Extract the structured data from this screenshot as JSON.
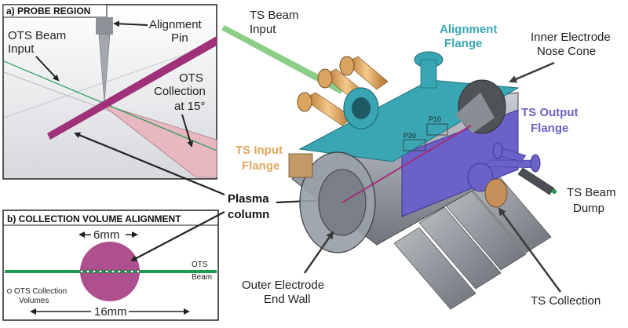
{
  "panel_a": {
    "title": "a) PROBE REGION",
    "ots_beam_input": [
      "OTS Beam",
      "Input"
    ],
    "alignment_pin": [
      "Alignment",
      "Pin"
    ],
    "ots_collection": [
      "OTS",
      "Collection",
      "at 15°"
    ]
  },
  "panel_b": {
    "title": "b) COLLECTION VOLUME ALIGNMENT",
    "width_6mm": "6mm",
    "width_16mm": "16mm",
    "ots_beam": [
      "OTS",
      "Beam"
    ],
    "collection_volumes": [
      "OTS Collection",
      "Volumes"
    ]
  },
  "plasma_column": [
    "Plasma",
    "column"
  ],
  "device": {
    "ts_beam_input": [
      "TS Beam",
      "Input"
    ],
    "alignment_flange": [
      "Alignment",
      "Flange"
    ],
    "inner_electrode": [
      "Inner Electrode",
      "Nose Cone"
    ],
    "ts_output_flange": [
      "TS Output",
      "Flange"
    ],
    "ts_input_flange": [
      "TS Input",
      "Flange"
    ],
    "ts_beam_dump": [
      "TS Beam",
      "Dump"
    ],
    "outer_electrode": [
      "Outer Electrode",
      "End Wall"
    ],
    "ts_collection": "TS Collection",
    "p10": "P10",
    "p20": "P20"
  },
  "colors": {
    "alignment_flange": "#3aa6b4",
    "ts_output_flange": "#6a62c8",
    "ts_input_flange": "#e0a860",
    "plasma": "#a0307a",
    "ots_beam": "#1f9a52"
  }
}
